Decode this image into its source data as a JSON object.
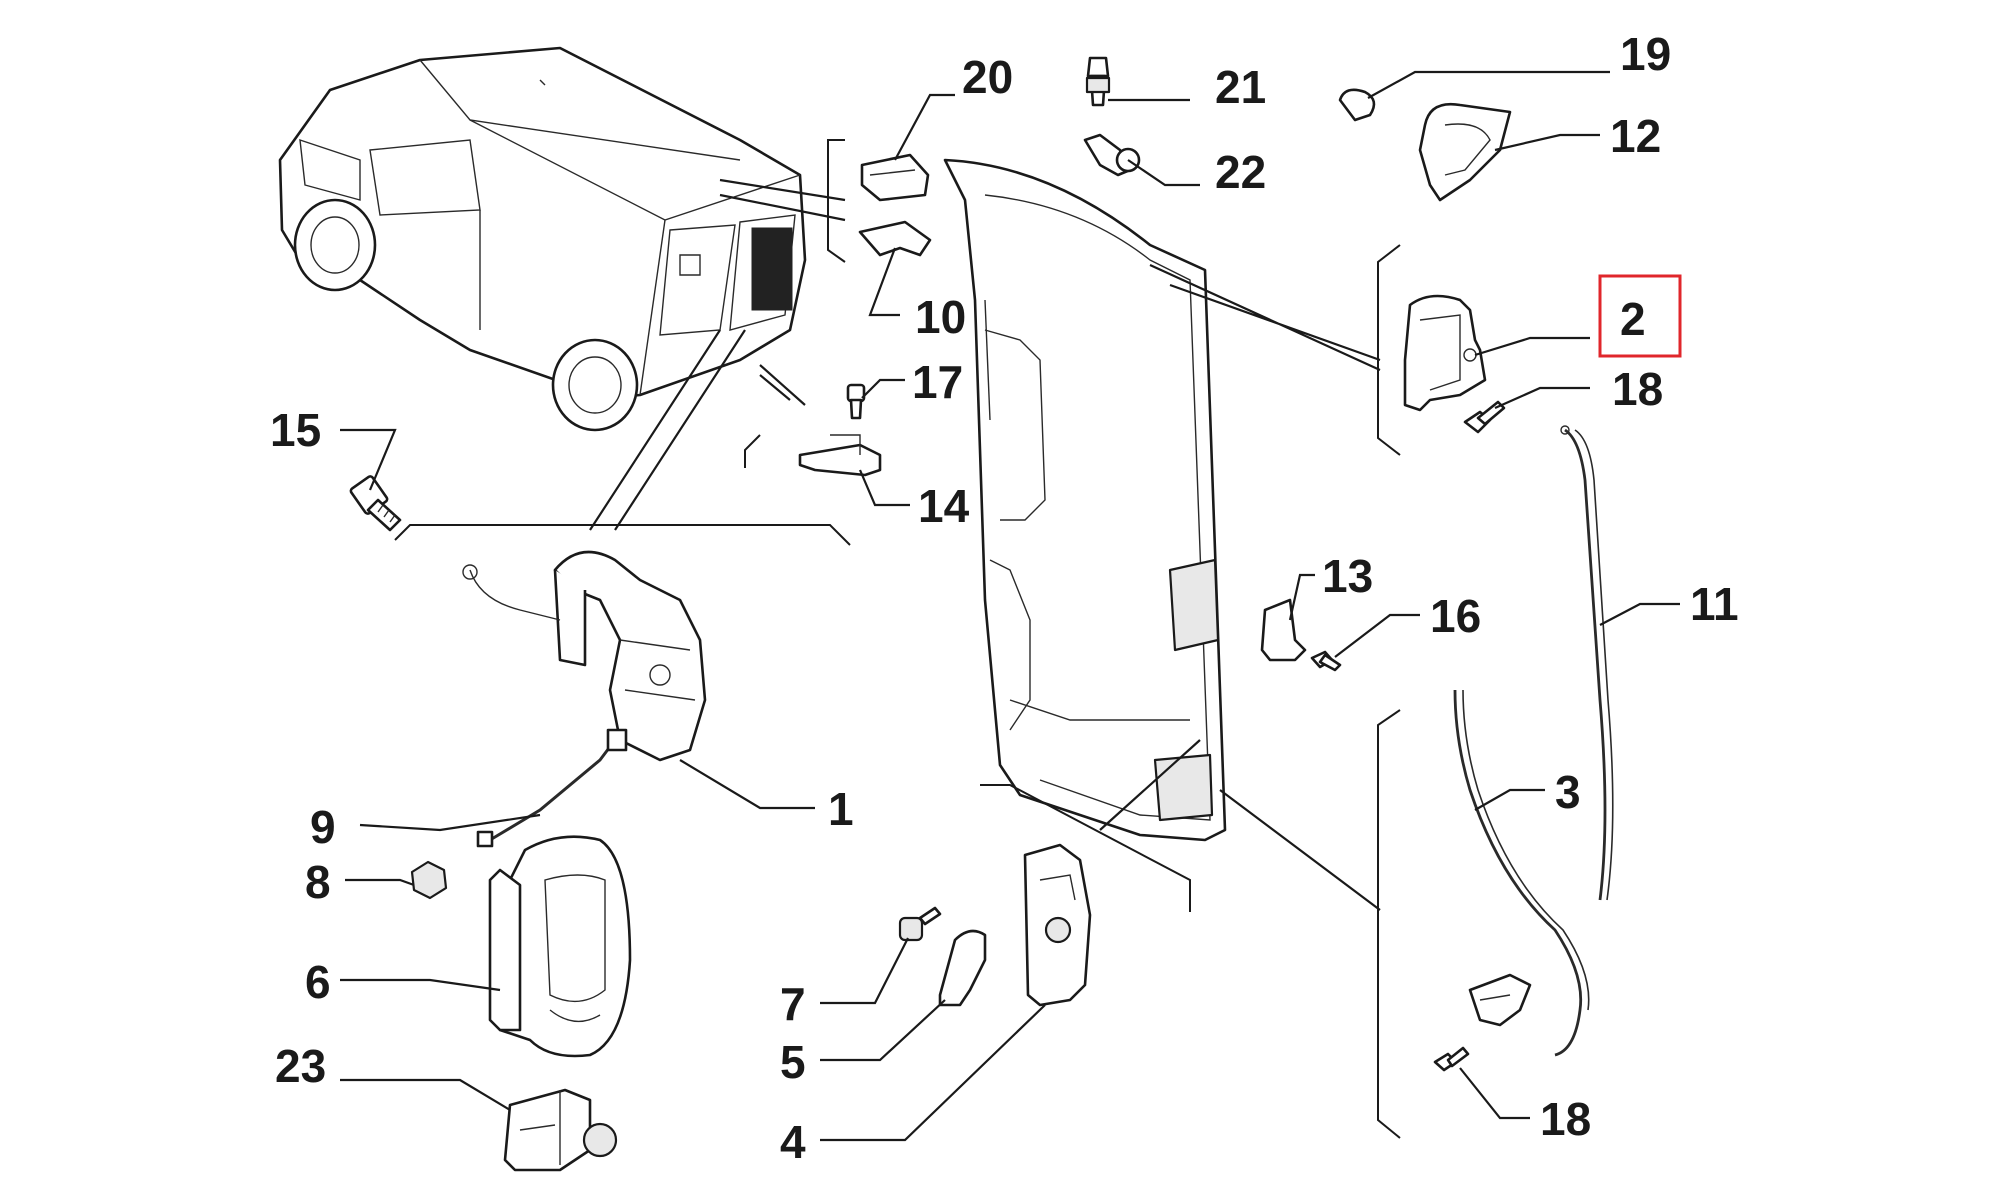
{
  "diagram": {
    "callouts": [
      {
        "id": "1",
        "label": "1"
      },
      {
        "id": "2",
        "label": "2"
      },
      {
        "id": "3",
        "label": "3"
      },
      {
        "id": "4",
        "label": "4"
      },
      {
        "id": "5",
        "label": "5"
      },
      {
        "id": "6",
        "label": "6"
      },
      {
        "id": "7",
        "label": "7"
      },
      {
        "id": "8",
        "label": "8"
      },
      {
        "id": "9",
        "label": "9"
      },
      {
        "id": "10",
        "label": "10"
      },
      {
        "id": "11",
        "label": "11"
      },
      {
        "id": "12",
        "label": "12"
      },
      {
        "id": "13",
        "label": "13"
      },
      {
        "id": "14",
        "label": "14"
      },
      {
        "id": "15",
        "label": "15"
      },
      {
        "id": "16",
        "label": "16"
      },
      {
        "id": "17",
        "label": "17"
      },
      {
        "id": "18a",
        "label": "18"
      },
      {
        "id": "18b",
        "label": "18"
      },
      {
        "id": "19",
        "label": "19"
      },
      {
        "id": "20",
        "label": "20"
      },
      {
        "id": "21",
        "label": "21"
      },
      {
        "id": "22",
        "label": "22"
      },
      {
        "id": "23",
        "label": "23"
      }
    ],
    "highlight": {
      "target": "2",
      "color": "#e0262b"
    },
    "line_color": "#1a1a1a"
  }
}
